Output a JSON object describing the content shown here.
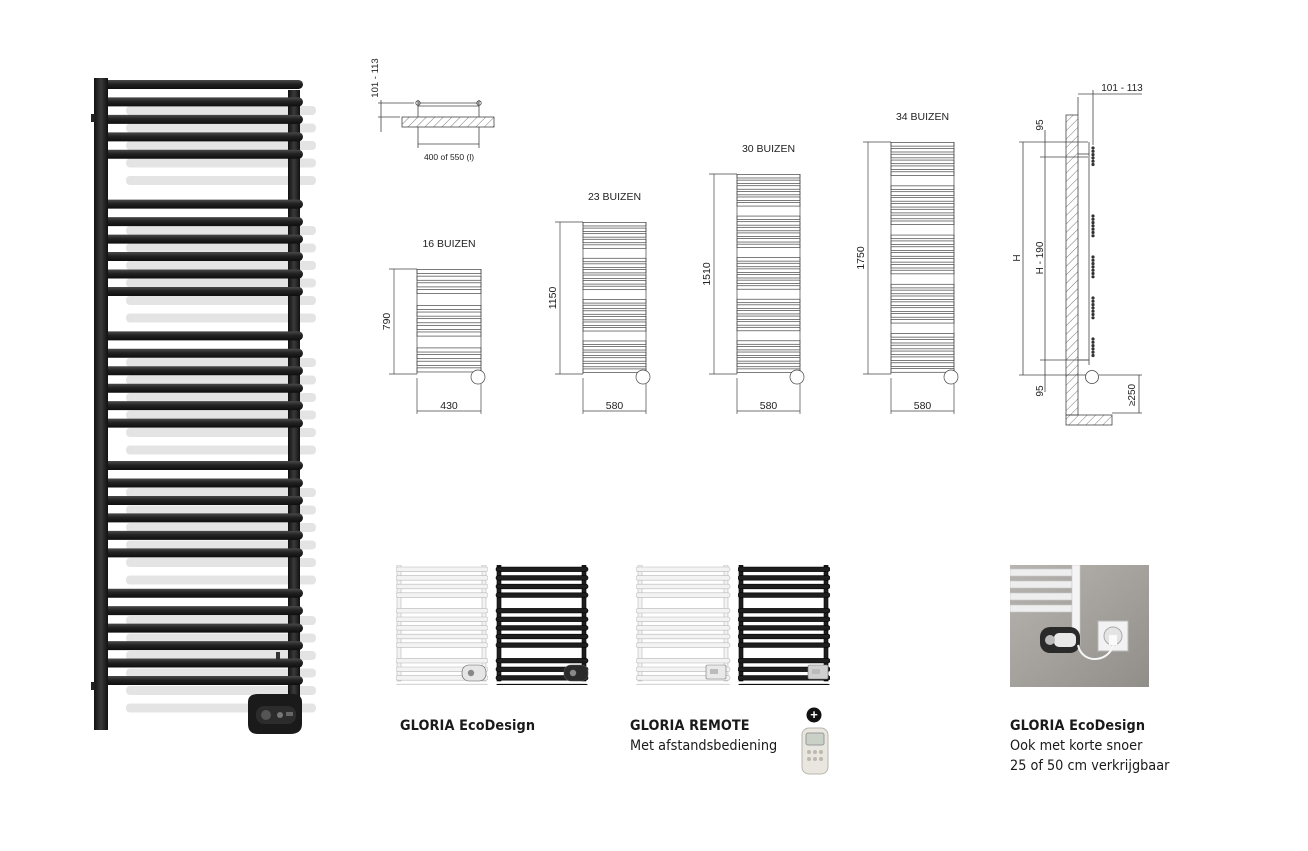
{
  "diagrams": {
    "top_view": {
      "depth_label": "101 - 113",
      "width_label": "400 of 550 (l)"
    },
    "models": [
      {
        "tubes_label": "16 BUIZEN",
        "height_label": "790",
        "width_label": "430"
      },
      {
        "tubes_label": "23 BUIZEN",
        "height_label": "1150",
        "width_label": "580"
      },
      {
        "tubes_label": "30 BUIZEN",
        "height_label": "1510",
        "width_label": "580"
      },
      {
        "tubes_label": "34 BUIZEN",
        "height_label": "1750",
        "width_label": "580"
      }
    ],
    "side_view": {
      "depth_label": "101 - 113",
      "top_offset": "95",
      "bottom_offset": "95",
      "height_label": "H",
      "inner_height_label": "H - 190",
      "floor_clearance": "≥250"
    }
  },
  "products": [
    {
      "title": "GLORIA EcoDesign",
      "lines": []
    },
    {
      "title": "GLORIA REMOTE",
      "lines": [
        "Met afstandsbediening"
      ],
      "plus_symbol": "+"
    },
    {
      "title": "GLORIA EcoDesign",
      "lines": [
        "Ook met korte snoer",
        "25 of 50 cm verkrijgbaar"
      ]
    }
  ],
  "colors": {
    "radiator_black": "#1f1f1f",
    "radiator_white": "#f2f2f2",
    "line": "#444444",
    "wall_photo": "#a9a6a2"
  }
}
